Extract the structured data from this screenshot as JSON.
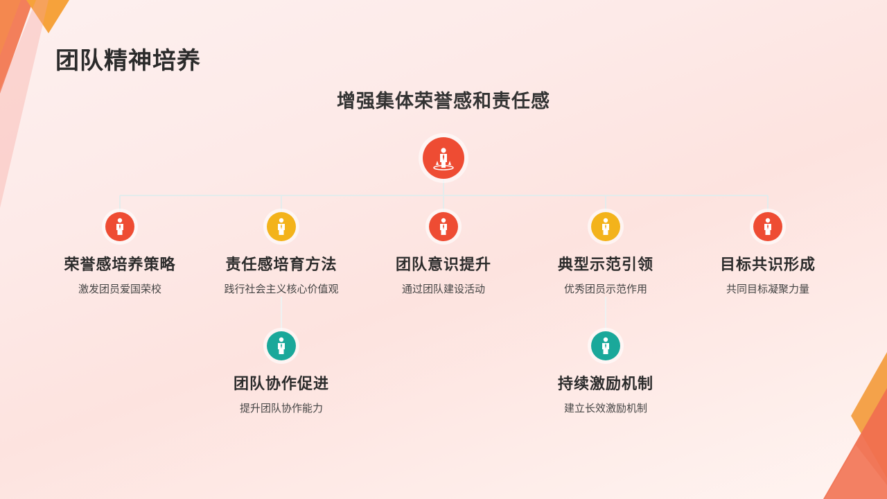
{
  "page_title": "团队精神培养",
  "main_heading": "增强集体荣誉感和责任感",
  "root_icon": "businessman-icon",
  "colors": {
    "red": "#ee4c33",
    "yellow": "#f3b31b",
    "teal": "#1aa89a",
    "connector": "#e4ecec"
  },
  "nodes": [
    {
      "title": "荣誉感培养策略",
      "desc": "激发团员爱国荣校",
      "color": "red",
      "icon": "person-icon"
    },
    {
      "title": "责任感培育方法",
      "desc": "践行社会主义核心价值观",
      "color": "yellow",
      "icon": "person-icon"
    },
    {
      "title": "团队意识提升",
      "desc": "通过团队建设活动",
      "color": "red",
      "icon": "person-icon"
    },
    {
      "title": "典型示范引领",
      "desc": "优秀团员示范作用",
      "color": "yellow",
      "icon": "person-icon"
    },
    {
      "title": "目标共识形成",
      "desc": "共同目标凝聚力量",
      "color": "red",
      "icon": "person-icon"
    },
    {
      "title": "团队协作促进",
      "desc": "提升团队协作能力",
      "color": "teal",
      "icon": "person-icon"
    },
    {
      "title": "持续激励机制",
      "desc": "建立长效激励机制",
      "color": "teal",
      "icon": "person-icon"
    }
  ]
}
